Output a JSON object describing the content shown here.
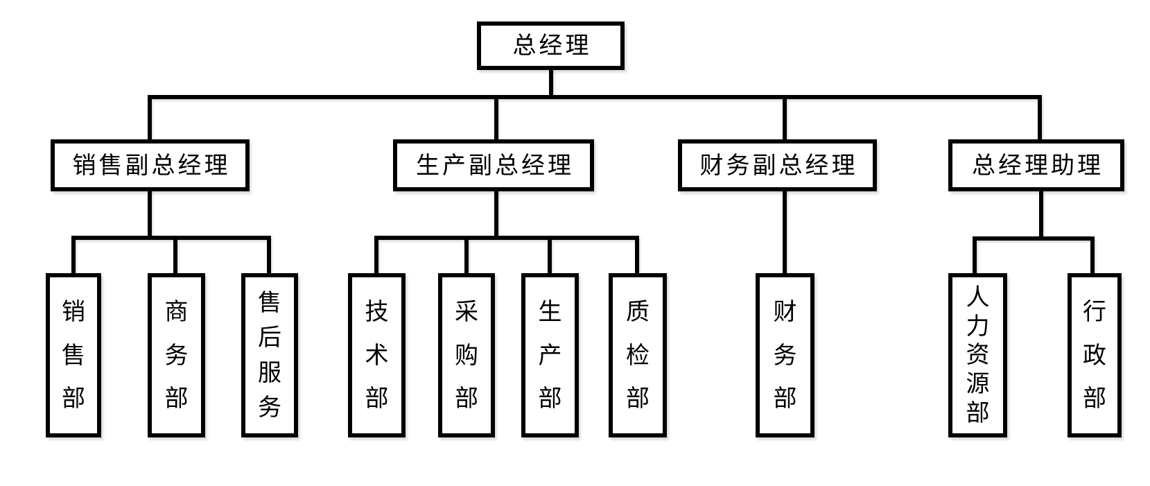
{
  "diagram": {
    "type": "org-chart",
    "colors": {
      "line": "#000000",
      "box_background": "#ffffff",
      "text": "#000000"
    },
    "root": {
      "label": "总经理"
    },
    "branches": [
      {
        "label": "销售副总经理",
        "children": [
          {
            "label": "销售部"
          },
          {
            "label": "商务部"
          },
          {
            "label": "售后服务"
          }
        ]
      },
      {
        "label": "生产副总经理",
        "children": [
          {
            "label": "技术部"
          },
          {
            "label": "采购部"
          },
          {
            "label": "生产部"
          },
          {
            "label": "质检部"
          }
        ]
      },
      {
        "label": "财务副总经理",
        "children": [
          {
            "label": "财务部"
          }
        ]
      },
      {
        "label": "总经理助理",
        "children": [
          {
            "label": "人力资源部"
          },
          {
            "label": "行政部"
          }
        ]
      }
    ]
  }
}
